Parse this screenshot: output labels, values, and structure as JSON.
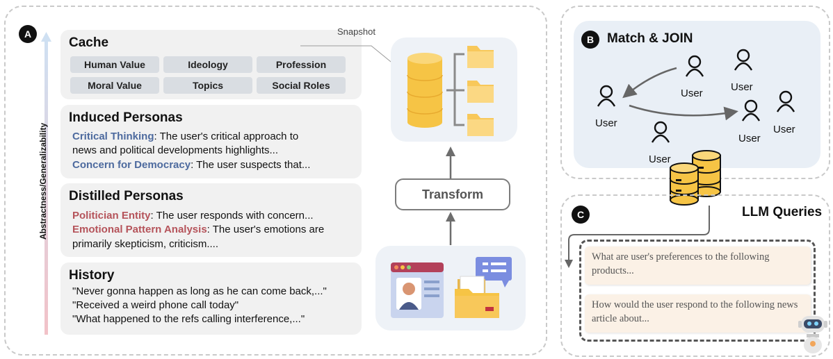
{
  "panel_a": {
    "badge": "A",
    "axis_label": "Abstractness/Generalizability",
    "snapshot_label": "Snapshot",
    "transform_label": "Transform",
    "cache": {
      "title": "Cache",
      "chips": [
        "Human Value",
        "Ideology",
        "Profession",
        "Moral Value",
        "Topics",
        "Social Roles"
      ]
    },
    "induced": {
      "title": "Induced Personas",
      "line1_key": "Critical Thinking",
      "line1_rest": ": The user's critical approach to",
      "line2": "news and political developments highlights...",
      "line3_key": "Concern for Democracy",
      "line3_rest": ": The user suspects that..."
    },
    "distilled": {
      "title": "Distilled Personas",
      "line1_key": "Politician Entity",
      "line1_rest": ": The user responds with concern...",
      "line2_key": "Emotional Pattern Analysis",
      "line2_rest": ": The user's emotions are",
      "line3": "primarily skepticism, criticism...."
    },
    "history": {
      "title": "History",
      "lines": [
        "\"Never gonna happen as long as he can come back,...\"",
        "\"Received a weird phone call today\"",
        "\"What happened to the refs calling interference,...\""
      ]
    }
  },
  "panel_b": {
    "badge": "B",
    "title": "Match & JOIN",
    "user_label": "User"
  },
  "panel_c": {
    "badge": "C",
    "title": "LLM Queries",
    "queries": [
      "What are user's preferences to the following products...",
      "How would the user respond to the following news article about..."
    ]
  },
  "colors": {
    "highlight_blue": "#4d6a9e",
    "highlight_red": "#b5535a",
    "database_yellow": "#f6c445",
    "folder_yellow": "#f8c85a",
    "query_bg": "#fbf1e6"
  }
}
